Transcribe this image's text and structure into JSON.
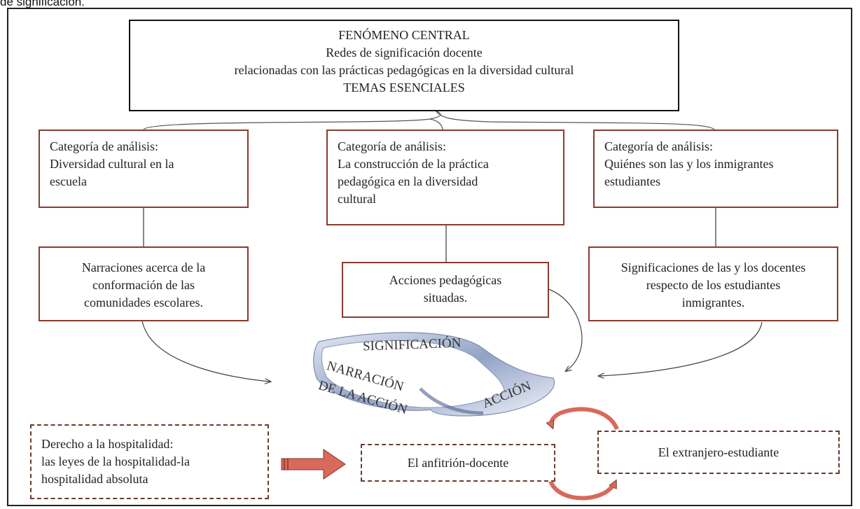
{
  "caption": "de significación.",
  "central": {
    "lines": [
      "FENÓMENO CENTRAL",
      "Redes de significación docente",
      "relacionadas con las prácticas pedagógicas en la diversidad cultural",
      "TEMAS ESENCIALES"
    ]
  },
  "categories": [
    {
      "lines": [
        "Categoría de análisis:",
        "Diversidad cultural en la",
        "escuela"
      ]
    },
    {
      "lines": [
        "Categoría de análisis:",
        "La construcción de la práctica",
        "pedagógica en la diversidad",
        "cultural"
      ]
    },
    {
      "lines": [
        "Categoría de análisis:",
        "Quiénes son las y los inmigrantes",
        "estudiantes"
      ]
    }
  ],
  "narratives": [
    {
      "lines": [
        "Narraciones acerca de la",
        "conformación de las",
        "comunidades escolares."
      ]
    },
    {
      "lines": [
        "Acciones pedagógicas",
        "situadas."
      ]
    },
    {
      "lines": [
        "Significaciones de las y los docentes",
        "respecto de los estudiantes",
        "inmigrantes."
      ]
    }
  ],
  "mobius": {
    "top": "SIGNIFICACIÓN",
    "left_1": "NARRACIÓN",
    "left_2": "DE LA ACCIÓN",
    "right": "ACCIÓN"
  },
  "hospitality": {
    "lines": [
      "Derecho a la hospitalidad:",
      "las leyes de la hospitalidad-la",
      "hospitalidad absoluta"
    ]
  },
  "host": "El anfitrión-docente",
  "stranger": "El extranjero-estudiante",
  "colors": {
    "box_border": "#8b3a2e",
    "arrow_fill": "#d9695a",
    "mobius": "#7f93bd"
  }
}
